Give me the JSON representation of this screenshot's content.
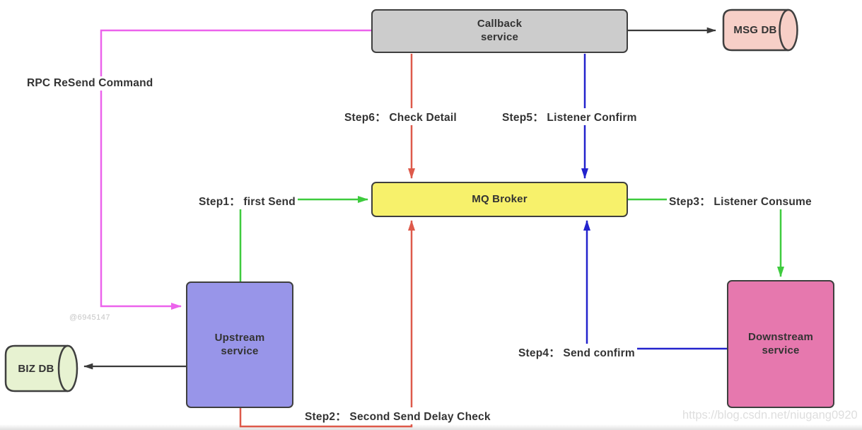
{
  "colors": {
    "border": "#3f3f3f",
    "node_text": "#333333",
    "label_text": "#333333",
    "callback_fill": "#cccccc",
    "msgdb_fill": "#f7cfc7",
    "mq_fill": "#f7f16b",
    "upstream_fill": "#9895e9",
    "downstream_fill": "#e678ae",
    "bizdb_fill": "#e7f2d1",
    "red": "#de5a4b",
    "blue": "#2323cd",
    "green": "#3ecb3e",
    "magenta": "#ec63ec",
    "black": "#3a3a3a",
    "watermark_dim": "#c6c6c6",
    "watermark_light": "#dedede"
  },
  "nodes": {
    "callback": {
      "label": "Callback\nservice"
    },
    "msg_db": {
      "label": "MSG DB"
    },
    "mq_broker": {
      "label": "MQ Broker"
    },
    "upstream": {
      "label": "Upstream\nservice"
    },
    "downstream": {
      "label": "Downstream\nservice"
    },
    "biz_db": {
      "label": "BIZ DB"
    }
  },
  "edges": {
    "rpc_resend": {
      "label": "RPC ReSend Command",
      "color": "#ec63ec"
    },
    "step1": {
      "label": "Step1： first Send",
      "color": "#3ecb3e"
    },
    "step2": {
      "label": "Step2： Second Send Delay Check",
      "color": "#de5a4b"
    },
    "step3": {
      "label": "Step3： Listener Consume",
      "color": "#3ecb3e"
    },
    "step4": {
      "label": "Step4： Send confirm",
      "color": "#2323cd"
    },
    "step5": {
      "label": "Step5： Listener Confirm",
      "color": "#2323cd"
    },
    "step6": {
      "label": "Step6： Check Detail",
      "color": "#de5a4b"
    },
    "callback_to_msg_db": {
      "color": "#3a3a3a"
    },
    "upstream_to_biz_db": {
      "color": "#3a3a3a"
    }
  },
  "watermarks": {
    "user_id": "@6945147",
    "blog_url": "https://blog.csdn.net/niugang0920"
  }
}
